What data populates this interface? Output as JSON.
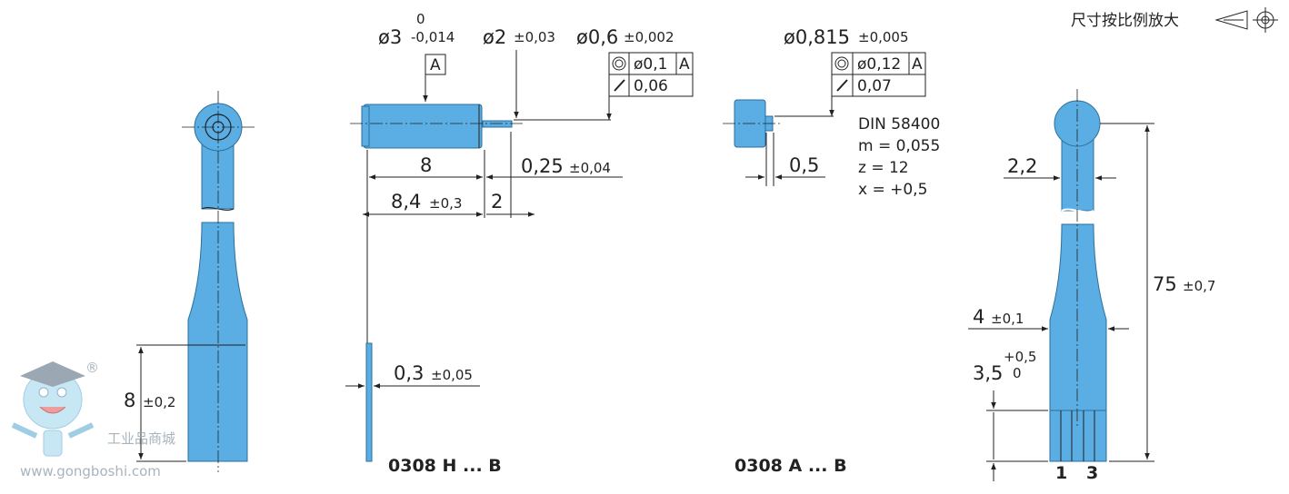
{
  "header": {
    "scale_note": "尺寸按比例放大"
  },
  "view_h": {
    "caption": "0308 H ... B",
    "dia_main": "ø3",
    "dia_main_tol_upper": "0",
    "dia_main_tol_lower": "-0,014",
    "datum": "A",
    "dia_mid": "ø2",
    "dia_mid_tol": "±0,03",
    "dia_shaft": "ø0,6",
    "dia_shaft_tol": "±0,002",
    "fcf_row1_value": "ø0,1",
    "fcf_row1_datum": "A",
    "fcf_row2_value": "0,06",
    "len_body": "8",
    "len_gap": "0,25",
    "len_gap_tol": "±0,04",
    "len_total": "8,4",
    "len_total_tol": "±0,3",
    "len_shaft": "2",
    "thickness": "0,3",
    "thickness_tol": "±0,05"
  },
  "view_a": {
    "caption": "0308 A ... B",
    "dia": "ø0,815",
    "dia_tol": "±0,005",
    "fcf_row1_value": "ø0,12",
    "fcf_row1_datum": "A",
    "fcf_row2_value": "0,07",
    "len": "0,5",
    "gear_spec": [
      "DIN 58400",
      "m = 0,055",
      "z = 12",
      "x = +0,5"
    ]
  },
  "view_left": {
    "dim": "8",
    "dim_tol": "±0,2"
  },
  "view_right": {
    "width_top": "2,2",
    "total_len": "75",
    "total_len_tol": "±0,7",
    "width_mid": "4",
    "width_mid_tol": "±0,1",
    "pad_len": "3,5",
    "pad_len_tol_upper": "+0,5",
    "pad_len_tol_lower": "0",
    "pin_labels": [
      "1",
      "3"
    ]
  },
  "watermark": {
    "name": "工业品商城",
    "url": "www.gongboshi.com",
    "registered": "®"
  },
  "colors": {
    "part_fill": "#5aaee3",
    "part_stroke": "#2d6f9b",
    "line": "#222222"
  }
}
